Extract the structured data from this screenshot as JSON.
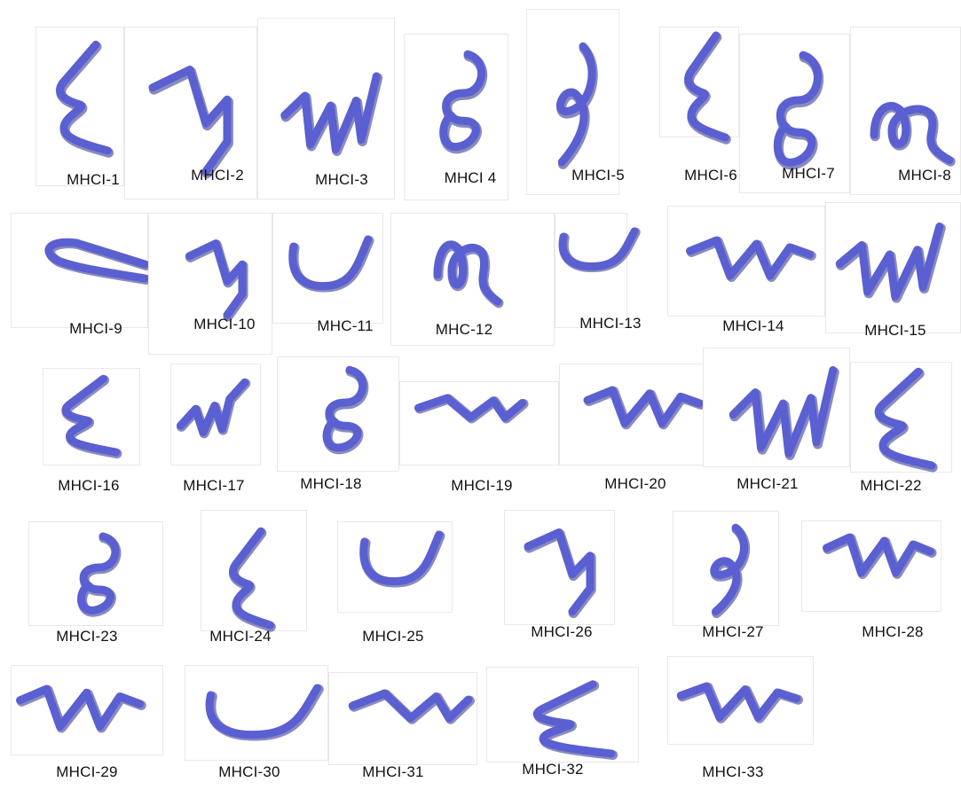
{
  "ribbon_color": "#5a5fd2",
  "ribbon_shadow_color": "#2a2e8a",
  "structures": [
    {
      "label": "MHCI-1"
    },
    {
      "label": "MHCI-2"
    },
    {
      "label": "MHCI-3"
    },
    {
      "label": "MHCI 4"
    },
    {
      "label": "MHCI-5"
    },
    {
      "label": "MHCI-6"
    },
    {
      "label": "MHCI-7"
    },
    {
      "label": "MHCI-8"
    },
    {
      "label": "MHCI-9"
    },
    {
      "label": "MHCI-10"
    },
    {
      "label": "MHC-11"
    },
    {
      "label": "MHC-12"
    },
    {
      "label": "MHCI-13"
    },
    {
      "label": "MHCI-14"
    },
    {
      "label": "MHCI-15"
    },
    {
      "label": "MHCI-16"
    },
    {
      "label": "MHCI-17"
    },
    {
      "label": "MHCI-18"
    },
    {
      "label": "MHCI-19"
    },
    {
      "label": "MHCI-20"
    },
    {
      "label": "MHCI-21"
    },
    {
      "label": "MHCI-22"
    },
    {
      "label": "MHCI-23"
    },
    {
      "label": "MHCI-24"
    },
    {
      "label": "MHCI-25"
    },
    {
      "label": "MHCI-26"
    },
    {
      "label": "MHCI-27"
    },
    {
      "label": "MHCI-28"
    },
    {
      "label": "MHCI-29"
    },
    {
      "label": "MHCI-30"
    },
    {
      "label": "MHCI-31"
    },
    {
      "label": "MHCI-32"
    },
    {
      "label": "MHCI-33"
    }
  ]
}
